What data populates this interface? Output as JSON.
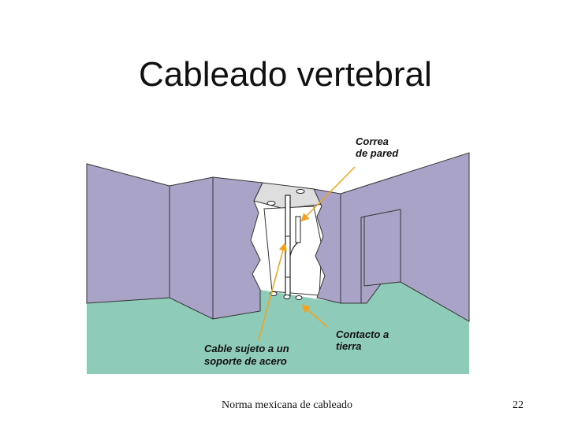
{
  "slide": {
    "title": "Cableado vertebral",
    "footer": "Norma mexicana de cableado",
    "page_number": "22"
  },
  "diagram": {
    "labels": {
      "wall_strap": [
        "Correa",
        "de pared"
      ],
      "ground_contact": [
        "Contacto a",
        "tierra"
      ],
      "cable_support": [
        "Cable sujeto a un",
        "soporte de acero"
      ]
    },
    "colors": {
      "wall": "#a9a3c7",
      "floor": "#8ecbb8",
      "ceiling": "#dedede",
      "arrow": "#f4a21c",
      "outline": "#333333"
    }
  }
}
